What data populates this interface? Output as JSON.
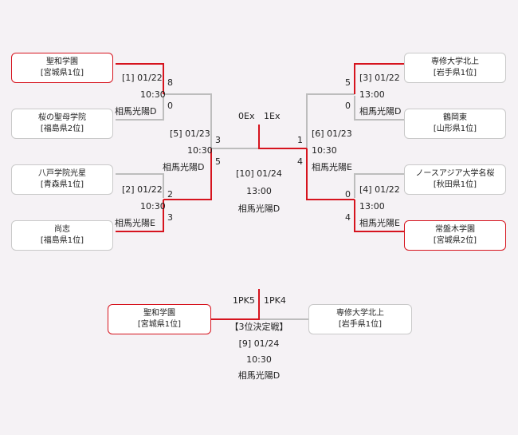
{
  "teams": {
    "t1": {
      "name": "聖和学園",
      "pref": "[宮城県1位]"
    },
    "t2": {
      "name": "桜の聖母学院",
      "pref": "[福島県2位]"
    },
    "t3": {
      "name": "八戸学院光星",
      "pref": "[青森県1位]"
    },
    "t4": {
      "name": "尚志",
      "pref": "[福島県1位]"
    },
    "t5": {
      "name": "専修大学北上",
      "pref": "[岩手県1位]"
    },
    "t6": {
      "name": "鶴岡東",
      "pref": "[山形県1位]"
    },
    "t7": {
      "name": "ノースアジア大学名桜",
      "pref": "[秋田県1位]"
    },
    "t8": {
      "name": "常盤木学園",
      "pref": "[宮城県2位]"
    },
    "t9": {
      "name": "聖和学園",
      "pref": "[宮城県1位]"
    },
    "t10": {
      "name": "専修大学北上",
      "pref": "[岩手県1位]"
    }
  },
  "matches": {
    "m1": {
      "no": "[1] 01/22",
      "time": "10:30",
      "venue": "相馬光陽D",
      "s1": "8",
      "s2": "0"
    },
    "m2": {
      "no": "[2] 01/22",
      "time": "10:30",
      "venue": "相馬光陽E",
      "s1": "2",
      "s2": "3"
    },
    "m3": {
      "no": "[3] 01/22",
      "time": "13:00",
      "venue": "相馬光陽D",
      "s1": "5",
      "s2": "0"
    },
    "m4": {
      "no": "[4] 01/22",
      "time": "13:00",
      "venue": "相馬光陽E",
      "s1": "0",
      "s2": "4"
    },
    "m5": {
      "no": "[5] 01/23",
      "time": "10:30",
      "venue": "相馬光陽D",
      "s1": "3",
      "s2": "5"
    },
    "m6": {
      "no": "[6] 01/23",
      "time": "10:30",
      "venue": "相馬光陽E",
      "s1": "1",
      "s2": "4"
    },
    "m10": {
      "no": "[10] 01/24",
      "time": "13:00",
      "venue": "相馬光陽D",
      "s1": "0Ex",
      "s2": "1Ex"
    },
    "m9": {
      "title": "【3位決定戦】",
      "no": "[9] 01/24",
      "time": "10:30",
      "venue": "相馬光陽D",
      "s1": "1PK5",
      "s2": "1PK4"
    }
  }
}
